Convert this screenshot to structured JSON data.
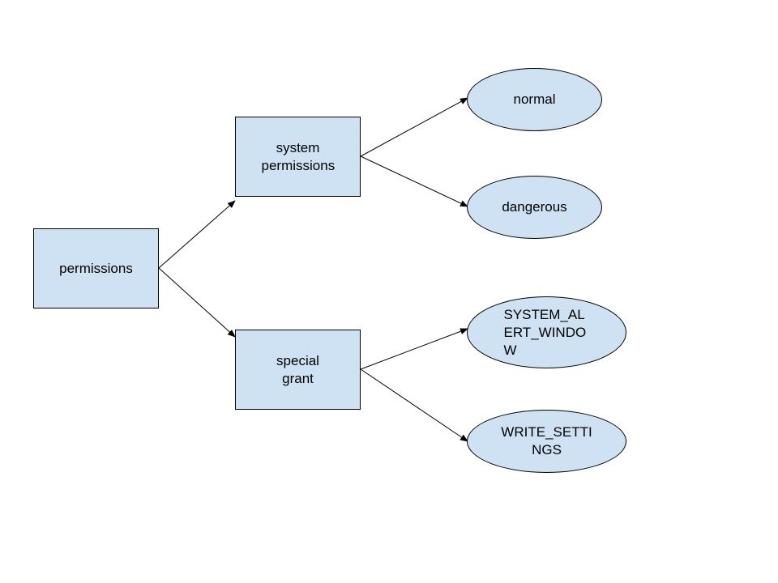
{
  "diagram": {
    "nodes": {
      "permissions": "permissions",
      "system_permissions": "system permissions",
      "special_grant": "special grant",
      "normal": "normal",
      "dangerous": "dangerous",
      "system_alert_window": "SYSTEM_ALERT_WINDOW",
      "write_settings": "WRITE_SETTINGS"
    },
    "edges": [
      {
        "from": "permissions",
        "to": "system_permissions"
      },
      {
        "from": "permissions",
        "to": "special_grant"
      },
      {
        "from": "system_permissions",
        "to": "normal"
      },
      {
        "from": "system_permissions",
        "to": "dangerous"
      },
      {
        "from": "special_grant",
        "to": "system_alert_window"
      },
      {
        "from": "special_grant",
        "to": "write_settings"
      }
    ],
    "colors": {
      "node_fill": "#cfe2f3",
      "node_stroke": "#000000",
      "arrow": "#000000"
    }
  }
}
